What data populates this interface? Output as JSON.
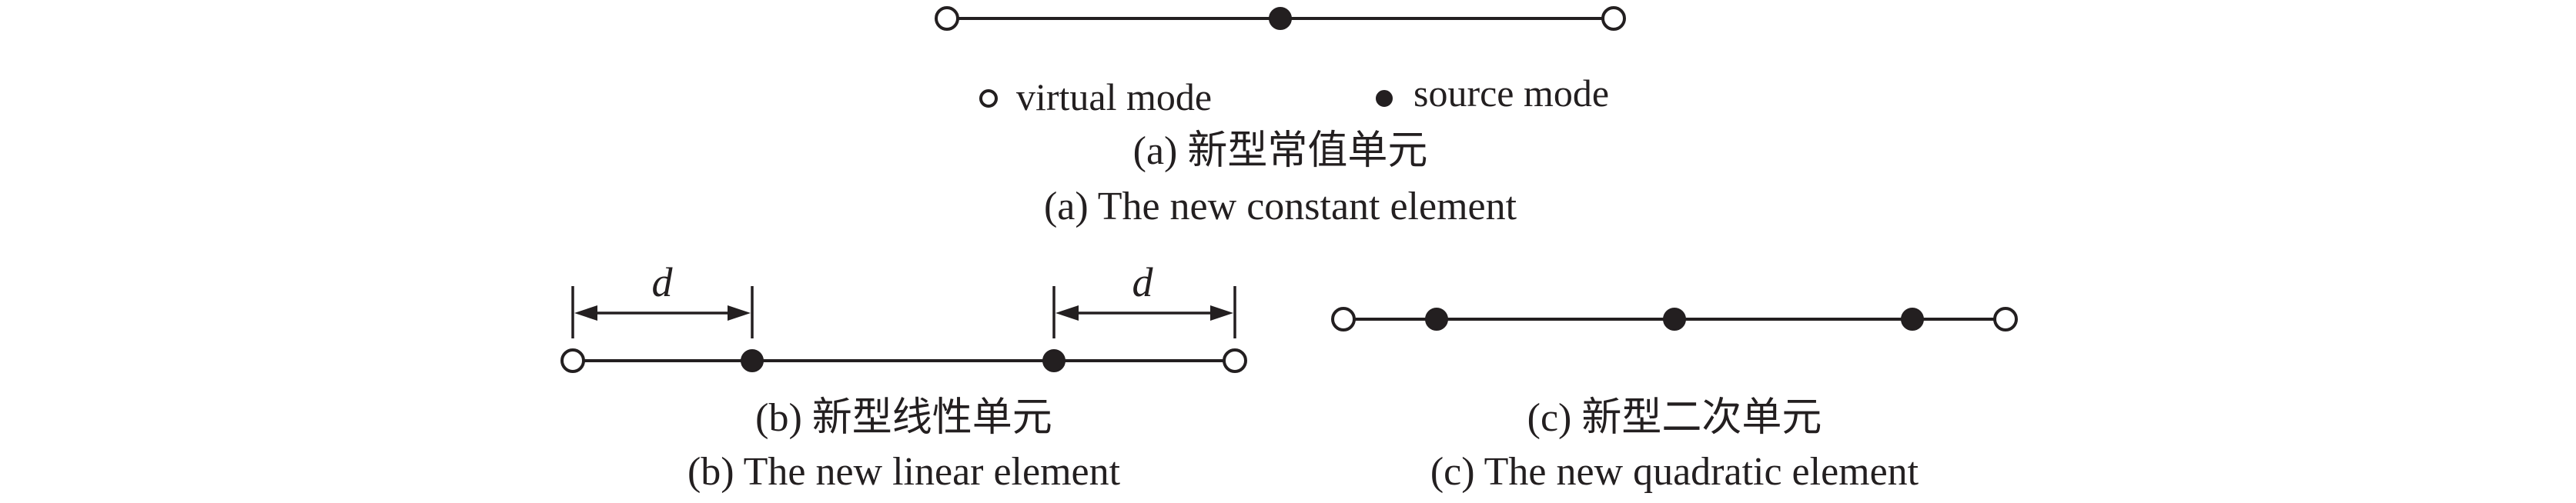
{
  "legend": {
    "virtual_label": "virtual mode",
    "source_label": "source mode"
  },
  "panel_a": {
    "caption_cn": "(a) 新型常值单元",
    "caption_en": "(a) The new constant element",
    "nodes": [
      "virtual",
      "source",
      "virtual"
    ]
  },
  "panel_b": {
    "caption_cn": "(b) 新型线性单元",
    "caption_en": "(b) The new linear element",
    "dim_label": "d",
    "nodes": [
      "virtual",
      "source",
      "source",
      "virtual"
    ]
  },
  "panel_c": {
    "caption_cn": "(c) 新型二次单元",
    "caption_en": "(c) The new quadratic element",
    "nodes": [
      "virtual",
      "source",
      "source",
      "source",
      "virtual"
    ]
  },
  "colors": {
    "ink": "#231f20",
    "background": "#ffffff"
  }
}
